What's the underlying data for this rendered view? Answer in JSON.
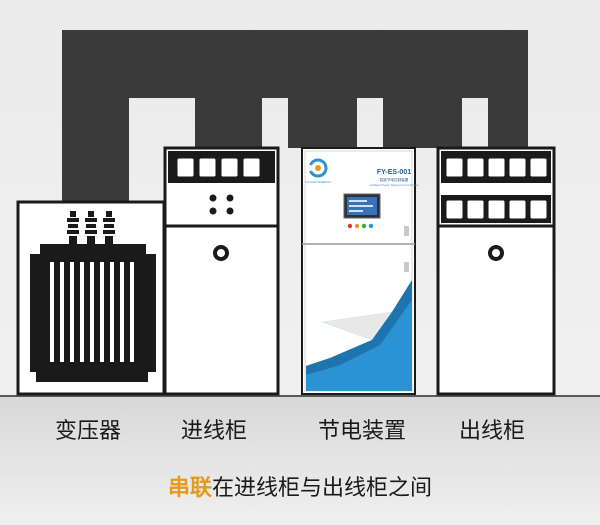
{
  "labels": {
    "transformer": "变压器",
    "incoming": "进线柜",
    "saver": "节电装置",
    "outgoing": "出线柜"
  },
  "caption": {
    "highlight": "串联",
    "rest": "在进线柜与出线柜之间"
  },
  "device": {
    "model": "FY-ES-001",
    "subtitle_cn": "智能节电控制装置",
    "subtitle_en": "Intelligent Power Saving Control Device",
    "logo_text": "FUYUAN ENERGY"
  },
  "colors": {
    "busbar": "#3a3a3a",
    "accent": "#e39a1c",
    "device_blue": "#2b93d3",
    "outline": "#1a1a1a"
  }
}
